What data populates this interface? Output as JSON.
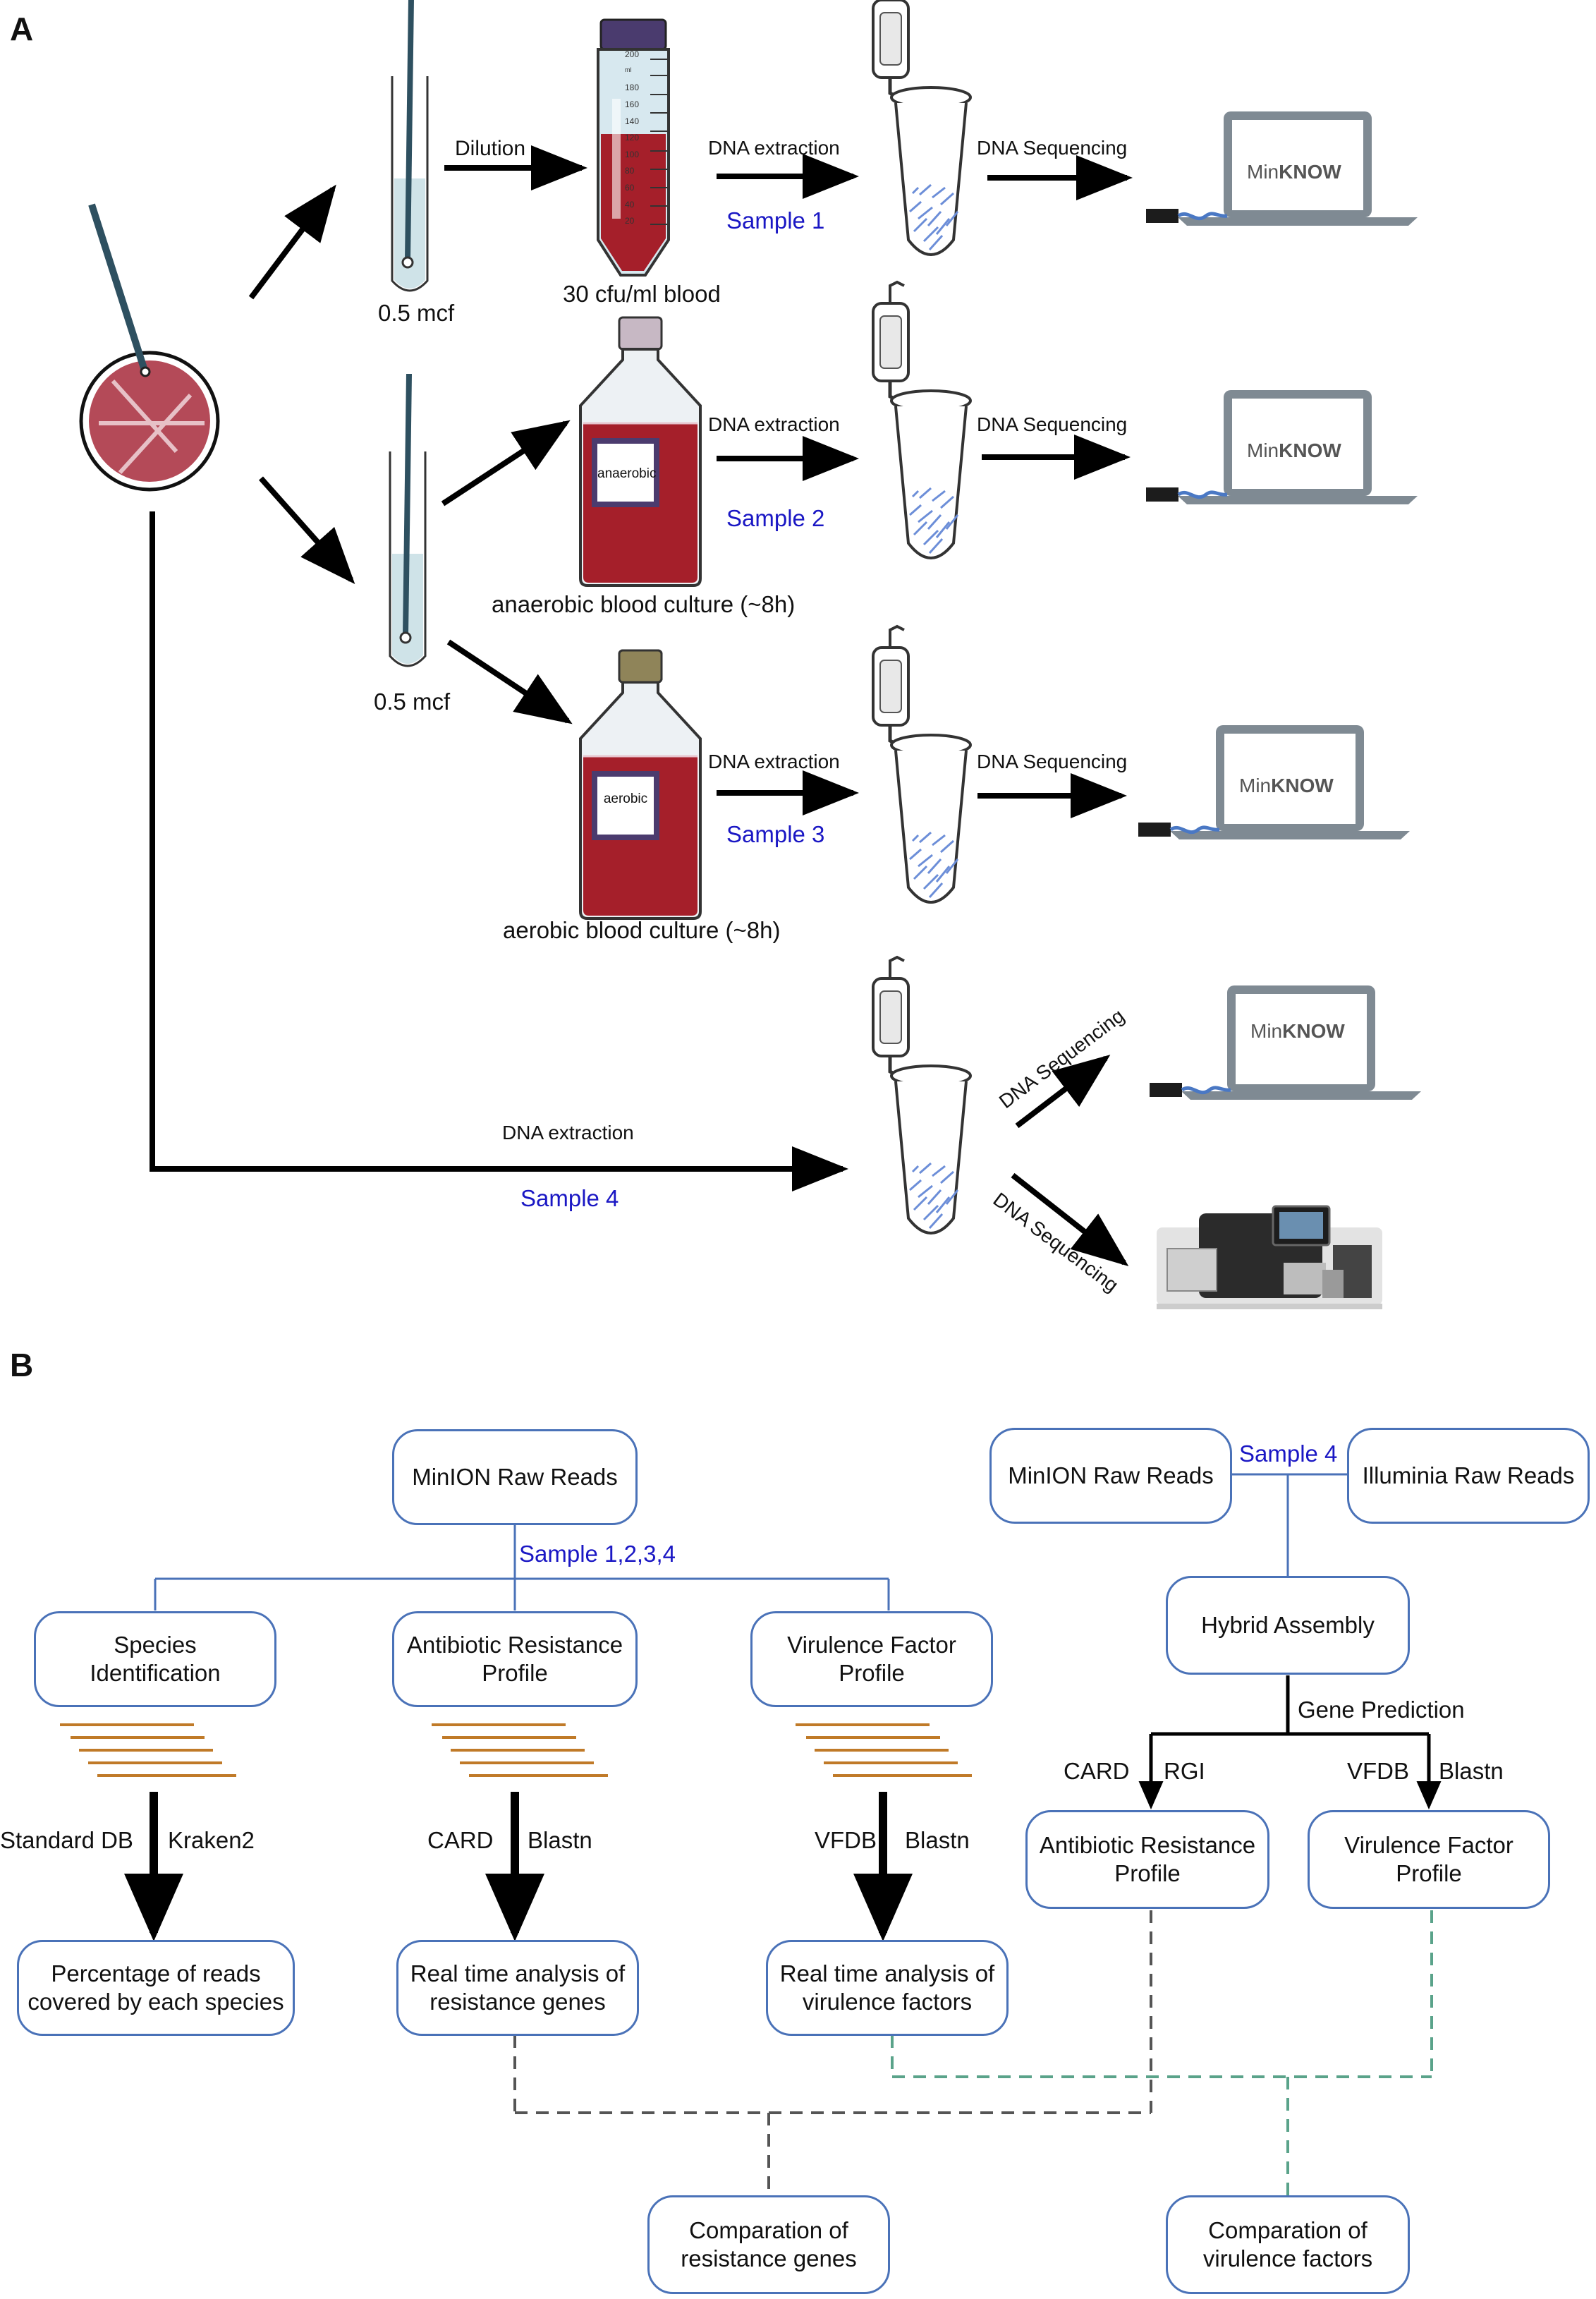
{
  "panel_a": {
    "label": "A",
    "dilution": "Dilution",
    "mcf_top": "0.5 mcf",
    "mcf_mid": "0.5 mcf",
    "blood_label": "30 cfu/ml blood",
    "tube_scale": [
      "200",
      "ml",
      "180",
      "160",
      "140",
      "120",
      "100",
      "80",
      "60",
      "40",
      "20"
    ],
    "anaerobic_bottle_label": "anaerobic",
    "aerobic_bottle_label": "aerobic",
    "anaerobic_caption": "anaerobic blood culture (~8h)",
    "aerobic_caption": "aerobic blood culture (~8h)",
    "rows": [
      {
        "extraction": "DNA extraction",
        "sample": "Sample 1",
        "sequencing": "DNA Sequencing"
      },
      {
        "extraction": "DNA extraction",
        "sample": "Sample 2",
        "sequencing": "DNA Sequencing"
      },
      {
        "extraction": "DNA extraction",
        "sample": "Sample 3",
        "sequencing": "DNA Sequencing"
      }
    ],
    "direct": {
      "extraction": "DNA extraction",
      "sample": "Sample 4",
      "seq_up": "DNA Sequencing",
      "seq_down": "DNA Sequencing"
    },
    "laptop": {
      "min": "Min",
      "know": "KNOW"
    }
  },
  "panel_b": {
    "label": "B",
    "left_root": "MinION Raw Reads",
    "left_sample": "Sample 1,2,3,4",
    "branches": [
      {
        "box": "Species\nIdentification",
        "db": "Standard DB",
        "tool": "Kraken2",
        "result": "Percentage of reads\ncovered by each species"
      },
      {
        "box": "Antibiotic Resistance\nProfile",
        "db": "CARD",
        "tool": "Blastn",
        "result": "Real time analysis of\nresistance genes"
      },
      {
        "box": "Virulence Factor\nProfile",
        "db": "VFDB",
        "tool": "Blastn",
        "result": "Real time analysis of\nvirulence factors"
      }
    ],
    "right_minion": "MinION Raw Reads",
    "right_sample": "Sample 4",
    "right_illumina": "Illuminia Raw Reads",
    "hybrid": "Hybrid Assembly",
    "gene_prediction": "Gene Prediction",
    "right_branches": [
      {
        "db": "CARD",
        "tool": "RGI",
        "box": "Antibiotic Resistance\nProfile"
      },
      {
        "db": "VFDB",
        "tool": "Blastn",
        "box": "Virulence Factor\nProfile"
      }
    ],
    "compare_resistance": "Comparation of\nresistance genes",
    "compare_virulence": "Comparation of\nvirulence factors"
  },
  "colors": {
    "box_border": "#4a72b8",
    "sample_text": "#1a17c4",
    "reads_lines": "#c07a28",
    "blood": "#a51f2a",
    "dashed_resistance": "#555555",
    "dashed_virulence": "#5aa38a"
  }
}
